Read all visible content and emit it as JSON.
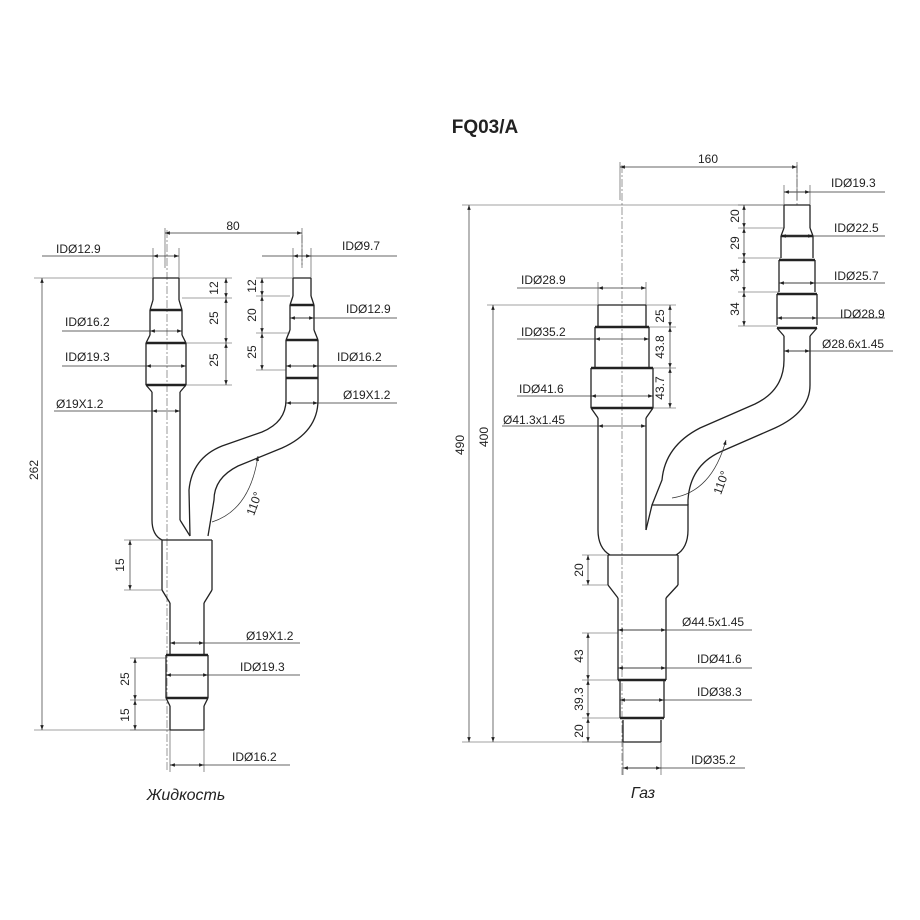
{
  "title": "FQ03/A",
  "liquid": {
    "caption": "Жидкость",
    "labels": {
      "w80": "80",
      "h262": "262",
      "id_12_9_top": "IDØ12.9",
      "id_9_7": "IDØ9.7",
      "id_16_2_left": "IDØ16.2",
      "id_12_9_right": "IDØ12.9",
      "id_19_3_left": "IDØ19.3",
      "id_16_2_right": "IDØ16.2",
      "d19_left": "Ø19X1.2",
      "d19_right": "Ø19X1.2",
      "d19_bottom": "Ø19X1.2",
      "id_19_3_bottom": "IDØ19.3",
      "id_16_2_bottom": "IDØ16.2",
      "v12_left": "12",
      "v25_left_a": "25",
      "v25_left_b": "25",
      "v12_right": "12",
      "v20_right": "20",
      "v25_right": "25",
      "v15_mid": "15",
      "v25_bottom": "25",
      "v15_bottom": "15",
      "angle": "110°"
    }
  },
  "gas": {
    "caption": "Газ",
    "labels": {
      "w160": "160",
      "h490": "490",
      "h400": "400",
      "id_19_3": "IDØ19.3",
      "id_22_5": "IDØ22.5",
      "id_25_7": "IDØ25.7",
      "id_28_9_right": "IDØ28.9",
      "d28_6": "Ø28.6x1.45",
      "id_28_9_left": "IDØ28.9",
      "id_35_2_left": "IDØ35.2",
      "id_41_6_left": "IDØ41.6",
      "d41_3": "Ø41.3x1.45",
      "v20_top": "20",
      "v29": "29",
      "v34_a": "34",
      "v34_b": "34",
      "v25": "25",
      "v43_8": "43.8",
      "v43_7": "43.7",
      "v20_mid": "20",
      "d44_5": "Ø44.5x1.45",
      "id_41_6_bottom": "IDØ41.6",
      "id_38_3": "IDØ38.3",
      "id_35_2_bottom": "IDØ35.2",
      "v43": "43",
      "v39_3": "39.3",
      "v20_bottom": "20",
      "angle": "110°"
    }
  }
}
